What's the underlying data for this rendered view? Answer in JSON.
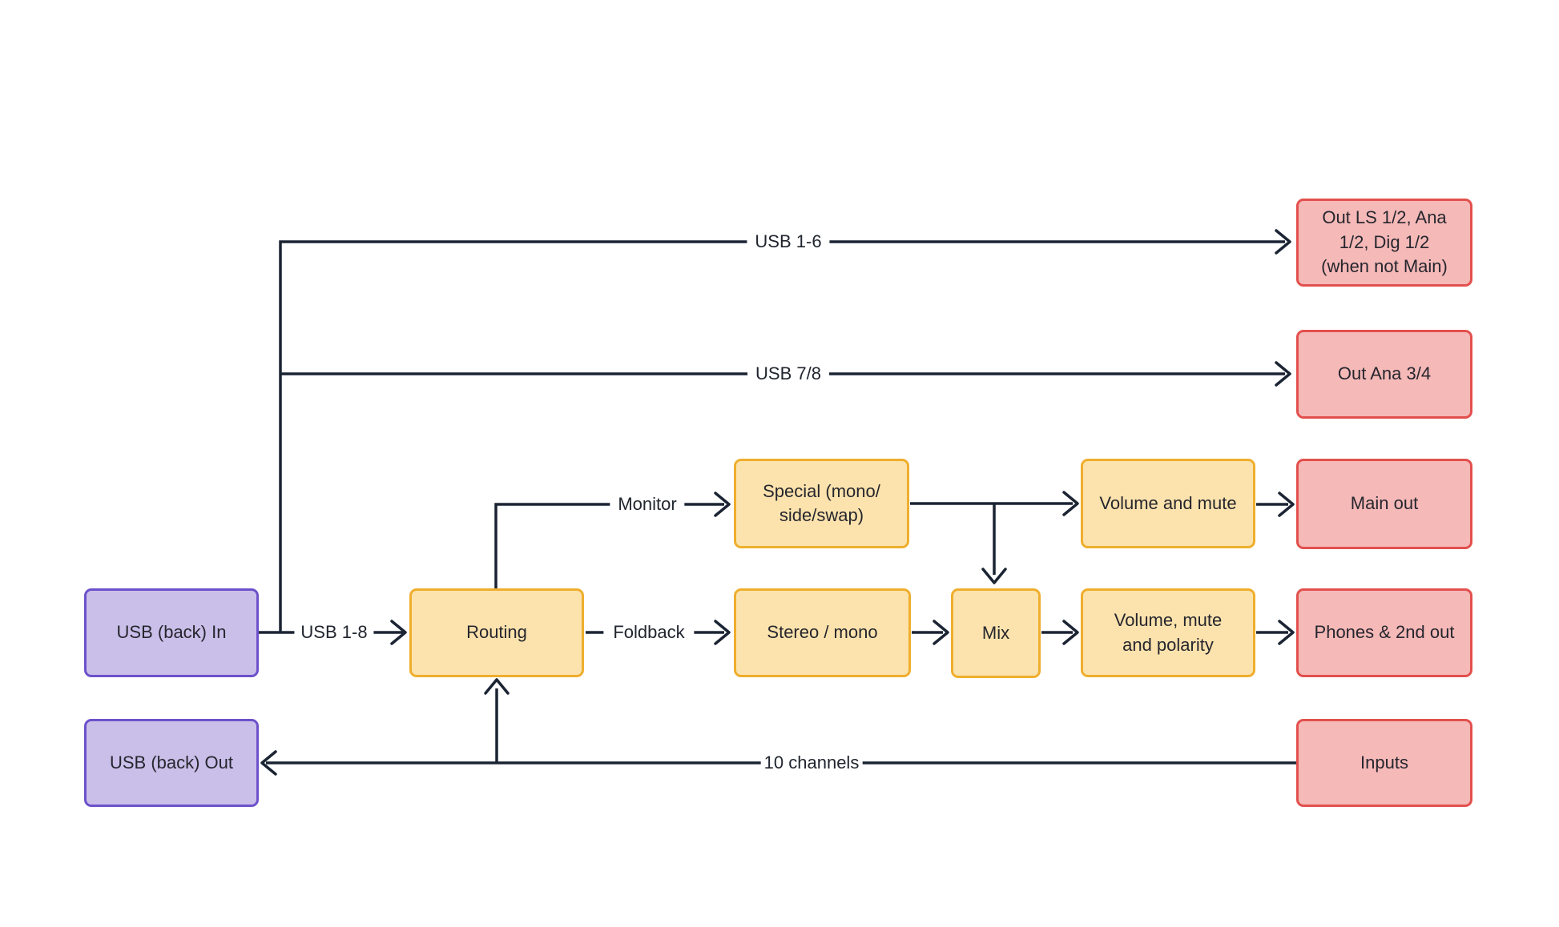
{
  "diagram": {
    "nodes": {
      "usb_in": {
        "label": "USB (back) In"
      },
      "usb_out": {
        "label": "USB (back) Out"
      },
      "routing": {
        "label": "Routing"
      },
      "special": {
        "label": "Special (mono/\nside/swap)"
      },
      "stereo": {
        "label": "Stereo / mono"
      },
      "mix": {
        "label": "Mix"
      },
      "vol_mute": {
        "label": "Volume and mute"
      },
      "vol_mute_pol": {
        "label": "Volume, mute\nand polarity"
      },
      "out_ls": {
        "label": "Out LS 1/2, Ana\n1/2, Dig 1/2\n(when not Main)"
      },
      "out_ana": {
        "label": "Out Ana 3/4"
      },
      "main_out": {
        "label": "Main out"
      },
      "phones": {
        "label": "Phones & 2nd out"
      },
      "inputs": {
        "label": "Inputs"
      }
    },
    "edge_labels": {
      "usb_1_6": "USB 1-6",
      "usb_7_8": "USB 7/8",
      "usb_1_8": "USB 1-8",
      "monitor": "Monitor",
      "foldback": "Foldback",
      "ten_channels": "10 channels"
    },
    "colors": {
      "purple_border": "#6d51cb",
      "purple_fill": "#c9bfe9",
      "yellow_border": "#efae2d",
      "yellow_fill": "#fce3ad",
      "red_border": "#e2504d",
      "red_fill": "#f5b9b8",
      "wire": "#1b2433",
      "background": "#ffffff"
    }
  }
}
